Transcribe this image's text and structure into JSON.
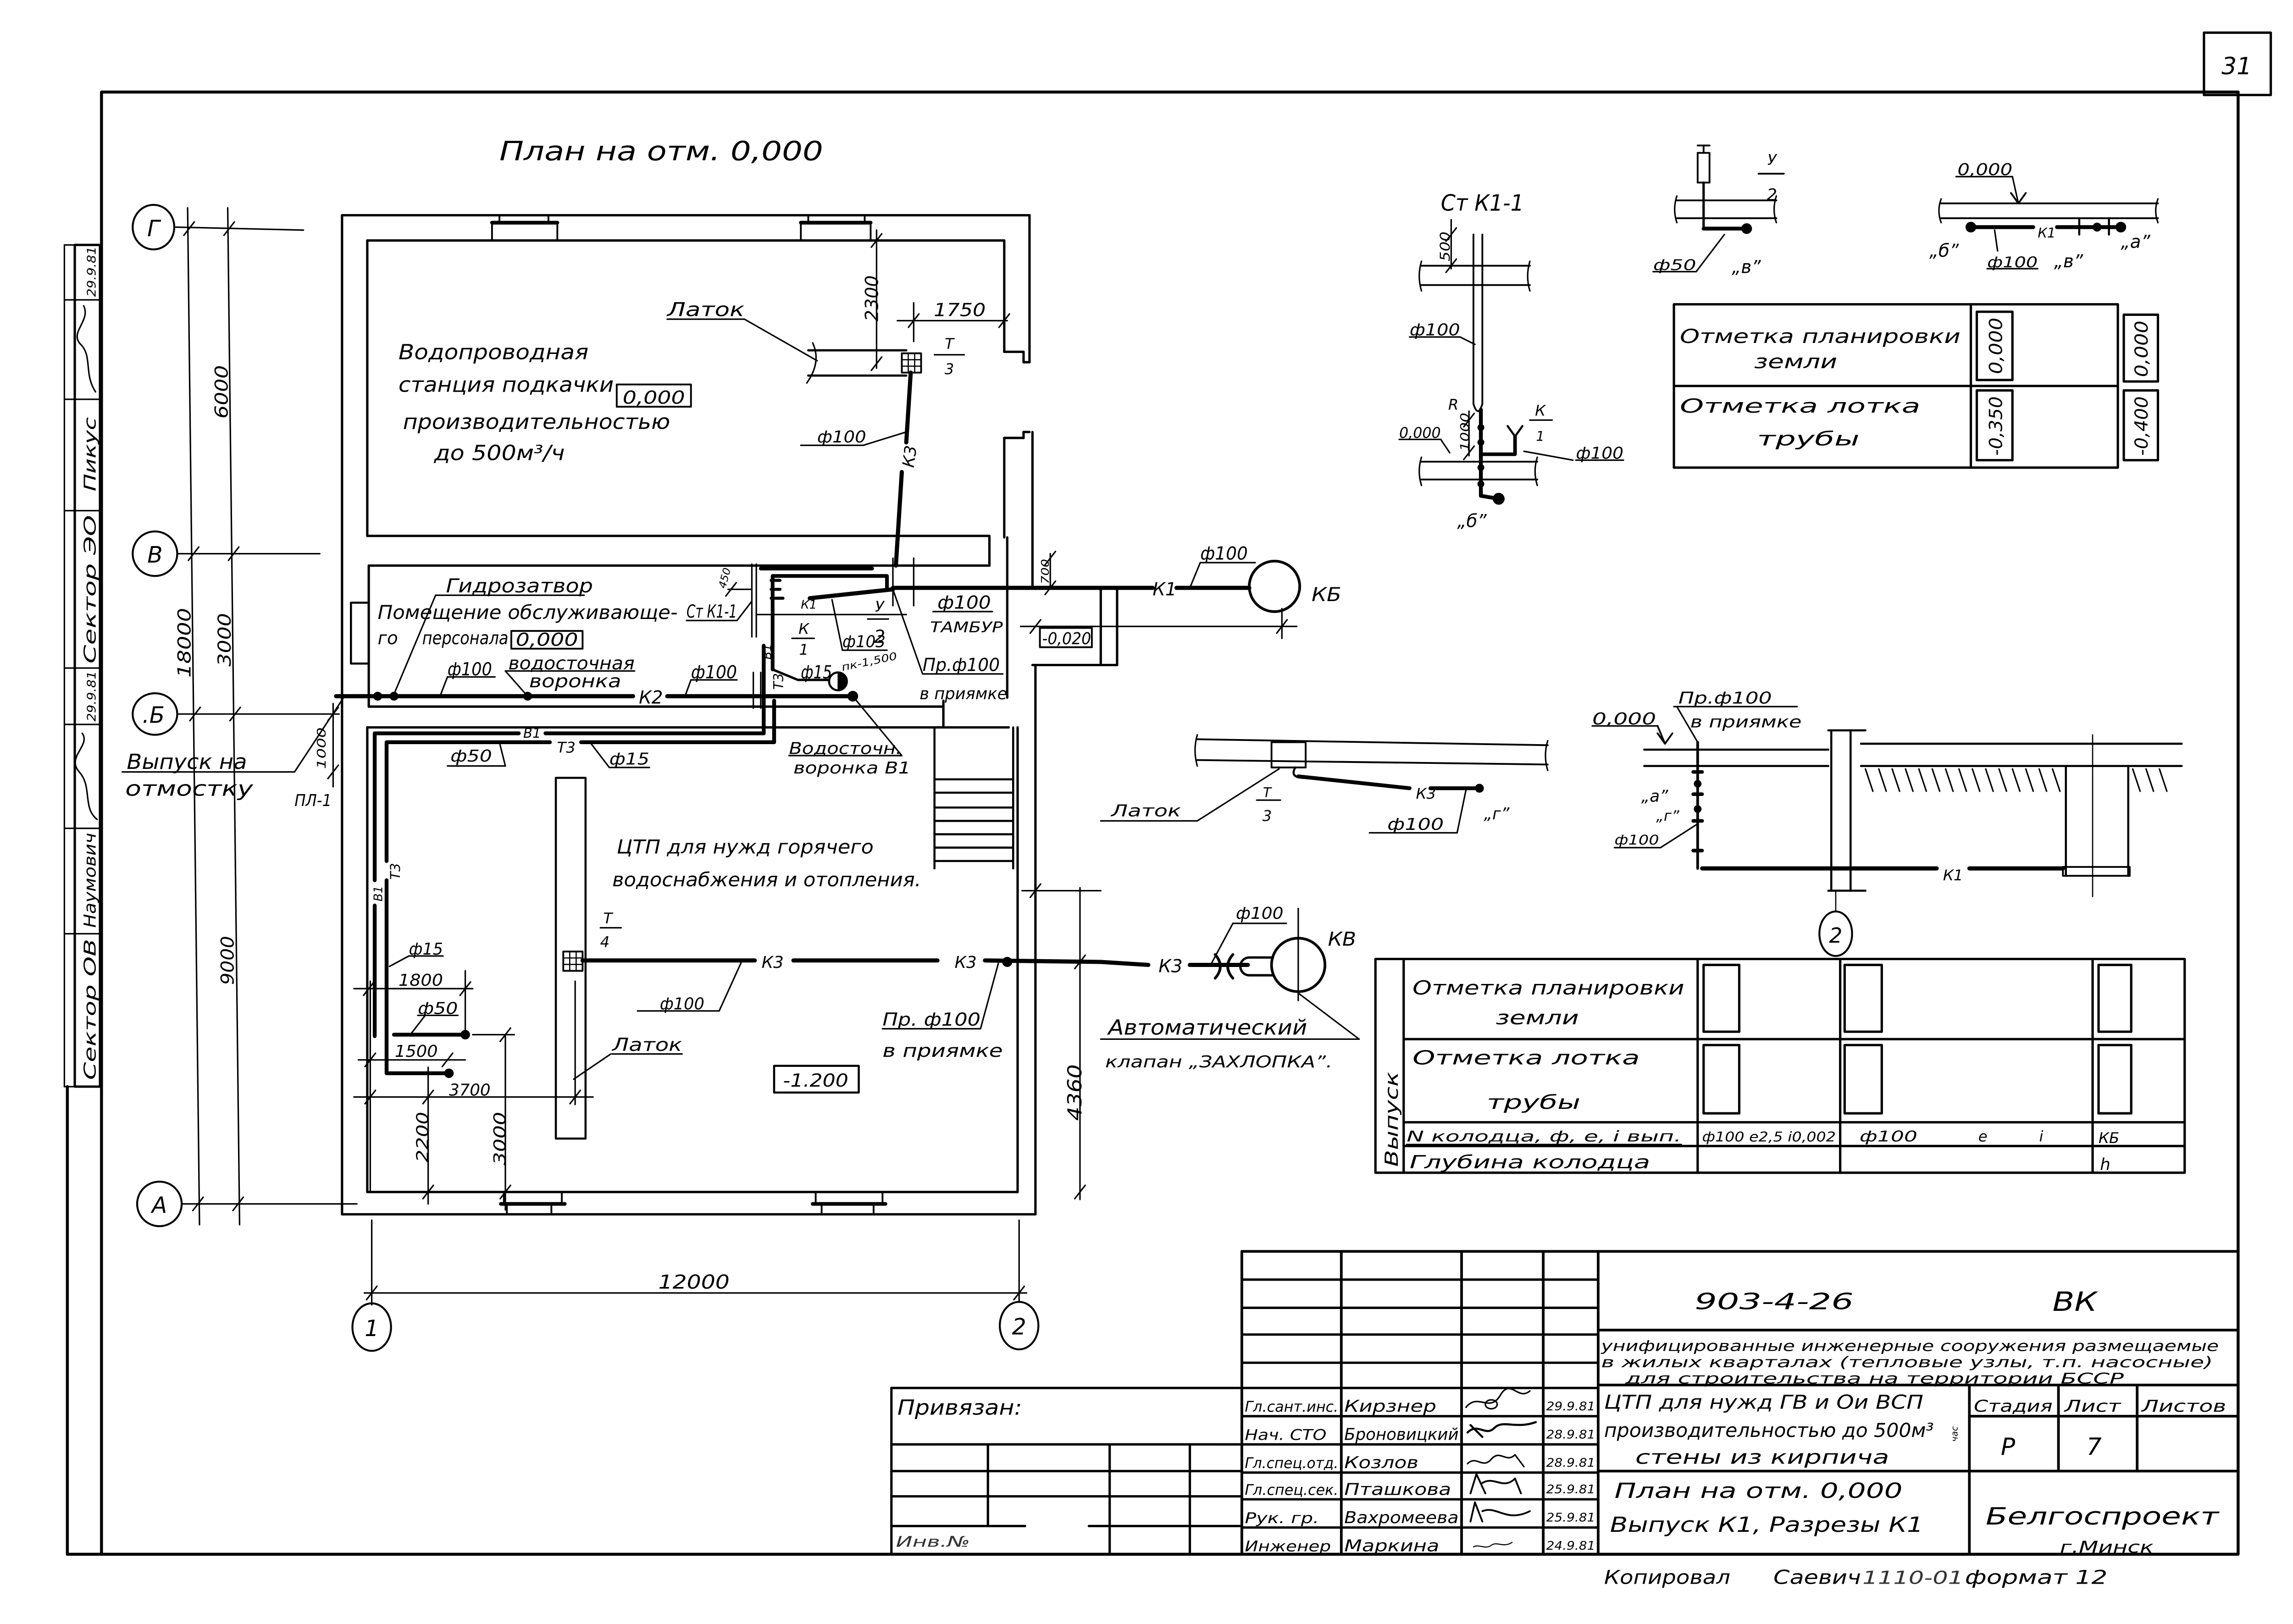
{
  "colors": {
    "ink": "#000000",
    "paper": "#ffffff"
  },
  "sheet": {
    "number": "31",
    "plan_title": "План на отм. 0,000"
  },
  "stamp_strip": {
    "sector_ov": "Сектор ОВ",
    "name_ov": "Наумович",
    "date_ov": "29.9.81",
    "sector_eo": "Сектор ЭО",
    "name_eo": "Пикус",
    "date_eo": "29.9.81"
  },
  "axes": {
    "g": "Г",
    "v": "В",
    "b": ".Б",
    "a": "А",
    "c1": "1",
    "c2": "2",
    "section_c2": "2"
  },
  "dims": {
    "total_v": "18000",
    "g_v": "6000",
    "v_b": "3000",
    "b_a": "9000",
    "total_h": "12000",
    "latok_depth": "2300",
    "latok_offset": "1750",
    "k3_offset": "4360",
    "d1800": "1800",
    "d1500": "1500",
    "d3700": "3700",
    "d2200": "2200",
    "d3000": "3000",
    "pl_1000": "1000",
    "riser_450": "450",
    "tambour_700": "700"
  },
  "plan": {
    "pump_room": {
      "line1": "Водопроводная",
      "line2": "станция подкачки",
      "line3": "производительностью",
      "line4": "до 500м³/ч",
      "level": "0,000"
    },
    "latok_upper": "Латок",
    "grate_upper": {
      "num": "Т",
      "den": "3"
    },
    "k3_upper": {
      "code": "К3",
      "dia": "ф100"
    },
    "service_room": {
      "seal": "Гидрозатвор",
      "line1": "Помещение обслуживающе-",
      "riser": "Ст К1-1",
      "line2a": "го",
      "line2b": "персонала",
      "level": "0,000"
    },
    "k2": {
      "dia1": "ф100",
      "funnel_l1": "водосточная",
      "funnel_l2": "воронка",
      "code": "К2",
      "dia2": "ф100"
    },
    "riser_block": {
      "k1": "К1",
      "k_num": "К",
      "k_den": "1",
      "dia": "ф103",
      "y_num": "У",
      "y_den": "2",
      "funnel_dia": "ф15",
      "pk": "пк-1,500",
      "b1": "В1",
      "t3": "Т3"
    },
    "tambour": {
      "dia": "ф100",
      "name": "ТАМБУР",
      "pit_l1": "Пр.ф100",
      "pit_l2": "в приямке",
      "level": "-0,020"
    },
    "k1_out": {
      "code": "К1",
      "dia": "ф100",
      "well": "КБ"
    },
    "outlet": {
      "l1": "Выпуск на",
      "l2": "отмостку",
      "pl": "ПЛ-1"
    },
    "lower_pipes": {
      "b1": "В1",
      "t3": "Т3",
      "dia50": "ф50",
      "dia15": "ф15",
      "drain_l1": "Водосточн.",
      "drain_l2": "воронка В1",
      "b1_v": "В1",
      "t3_v": "Т3",
      "dia15_v": "ф15",
      "dia50_v": "ф50"
    },
    "heating_room": {
      "l1": "ЦТП для нужд горячего",
      "l2": "водоснабжения и отопления.",
      "level": "-1.200"
    },
    "grate_lower": {
      "num": "Т",
      "den": "4"
    },
    "k3_lower": {
      "code1": "К3",
      "code2": "К3",
      "code3": "К3",
      "dia": "ф100",
      "pit_l1": "Пр. ф100",
      "pit_l2": "в приямке",
      "latok": "Латок"
    },
    "kv": {
      "dia": "ф100",
      "well": "КВ",
      "valve_l1": "Автоматический",
      "valve_l2": "клапан „ЗАХЛОПКА”."
    }
  },
  "sections": {
    "riser": {
      "title": "Ст К1-1",
      "dim500": "500",
      "dia_top": "ф100",
      "r": "R",
      "level": "0,000",
      "dim1000": "1000",
      "k_num": "К",
      "k_den": "1",
      "dia_branch": "ф100",
      "point_b": "„б”"
    },
    "detail_y2": {
      "num": "У",
      "den": "2",
      "dia": "ф50",
      "point_v": "„в”"
    },
    "outlet_plan": {
      "level": "0,000",
      "point_b": "„б”",
      "code": "К1",
      "dia": "ф100",
      "point_v": "„в”",
      "point_a": "„а”"
    },
    "latok_section": {
      "latok": "Латок",
      "num": "Т",
      "den": "3",
      "code": "К3",
      "dia": "ф100",
      "point_g": "„г”"
    },
    "pit_section": {
      "pit_l1": "Пр.ф100",
      "pit_l2": "в приямке",
      "level": "0,000",
      "point_a": "„а”",
      "point_g": "„г”",
      "dia": "ф100",
      "code": "К1"
    }
  },
  "levels_table": {
    "rows": [
      {
        "label_l1": "Отметка планировки",
        "label_l2": "земли",
        "v1": "0,000",
        "v2": "0,000"
      },
      {
        "label_l1": "Отметка лотка",
        "label_l2": "трубы",
        "v1": "-0,350",
        "v2": "-0,400"
      }
    ]
  },
  "outlet_table": {
    "side_label": "Выпуск",
    "rows": [
      {
        "l1": "Отметка планировки",
        "l2": "земли"
      },
      {
        "l1": "Отметка лотка",
        "l2": "трубы"
      }
    ],
    "well_row": {
      "label": "N колодца, ф, е, i вып.",
      "a": "ф100 е2,5 i0,002",
      "b_dia": "ф100",
      "b_e": "е",
      "b_i": "i",
      "c": "КБ"
    },
    "depth_row": {
      "label": "Глубина колодца",
      "c": "h"
    }
  },
  "title_block": {
    "project_code": "903-4-26",
    "mark": "ВК",
    "description": [
      "унифицированные инженерные сооружения размещаемые",
      "в жилых кварталах (тепловые узлы, т.п. насосные)",
      "для строительства на территории БССР"
    ],
    "object": [
      "ЦТП для нужд ГВ и Ои ВСП",
      "производительностью до 500м³",
      "стены из кирпича"
    ],
    "object_unit": "час",
    "stage_h": "Стадия",
    "sheet_h": "Лист",
    "sheets_h": "Листов",
    "stage": "Р",
    "sheet": "7",
    "drawing": [
      "План на отм. 0,000",
      "Выпуск К1, Разрезы К1"
    ],
    "org": "Белгоспроект",
    "city": "г.Минск",
    "signatures": [
      {
        "role": "Гл.сант.инс.",
        "name": "Кирзнер",
        "date": "29.9.81"
      },
      {
        "role": "Нач. СТО",
        "name": "Броновицкий",
        "date": "28.9.81"
      },
      {
        "role": "Гл.спец.отд.",
        "name": "Козлов",
        "date": "28.9.81"
      },
      {
        "role": "Гл.спец.сек.",
        "name": "Пташкова",
        "date": "25.9.81"
      },
      {
        "role": "Рук. гр.",
        "name": "Вахромеева",
        "date": "25.9.81"
      },
      {
        "role": "Инженер",
        "name": "Маркина",
        "date": "24.9.81"
      }
    ],
    "bound_label": "Привязан:",
    "inv_label": "Инв.№",
    "footer": {
      "copied": "Копировал",
      "copier": "Саевич",
      "order": "1110-01",
      "format": "формат 12"
    }
  }
}
